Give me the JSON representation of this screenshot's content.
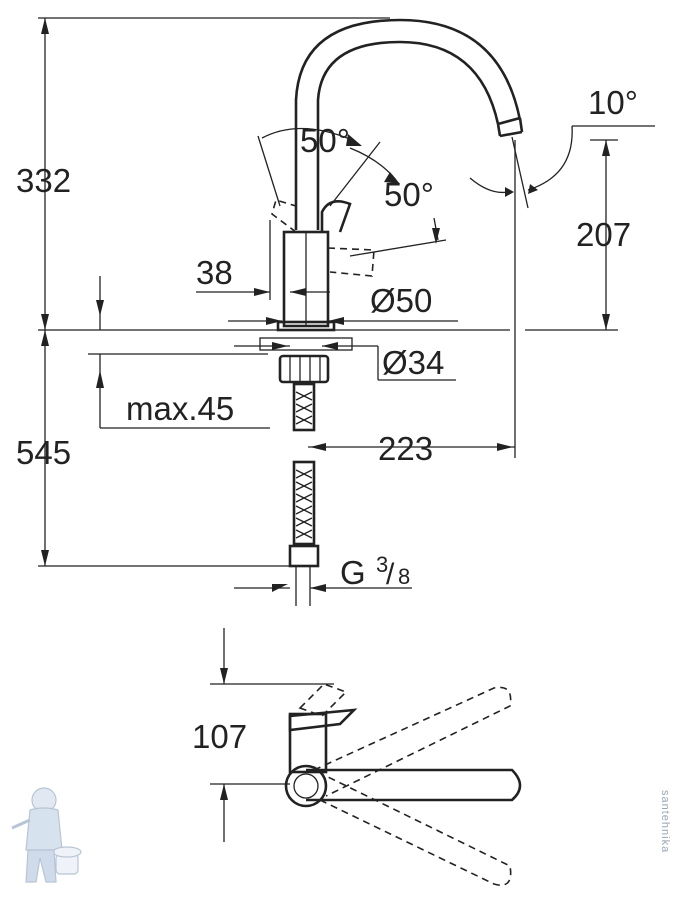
{
  "dimensions": {
    "total_height": "332",
    "spout_rotation": "50°",
    "lever_angle": "50°",
    "spout_tilt": "10°",
    "spout_outlet_height": "207",
    "lever_width": "38",
    "body_diameter": "Ø50",
    "hole_diameter": "Ø34",
    "max_counter_thickness": "max.45",
    "hose_length": "545",
    "spout_reach": "223",
    "connection_thread": "G",
    "connection_thread_num": "3",
    "connection_thread_den": "8",
    "top_view_depth": "107"
  },
  "watermark": "santehnika"
}
